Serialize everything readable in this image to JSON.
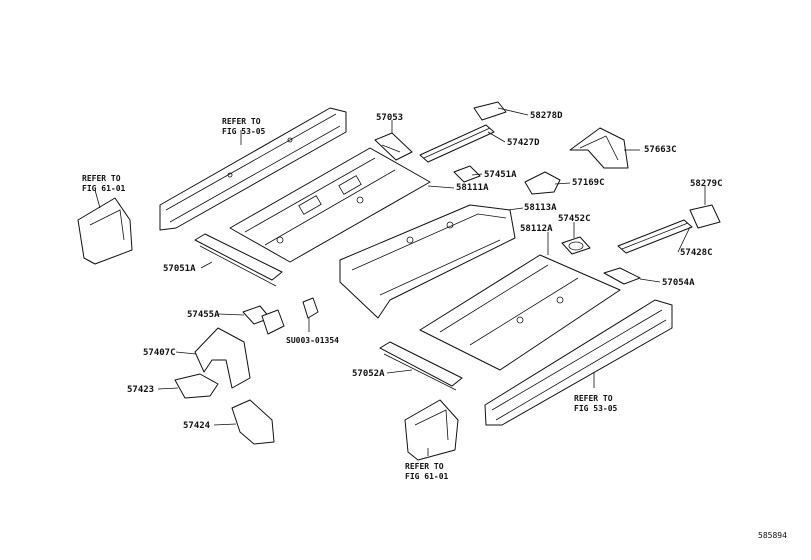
{
  "diagram_id": "585894",
  "labels": {
    "p57053": "57053",
    "p58278D": "58278D",
    "p57427D": "57427D",
    "p57663C": "57663C",
    "p57451A": "57451A",
    "p57169C": "57169C",
    "p58111A": "58111A",
    "p58113A": "58113A",
    "p58279C": "58279C",
    "p57452C": "57452C",
    "p58112A": "58112A",
    "p57428C": "57428C",
    "p57054A": "57054A",
    "p57051A": "57051A",
    "p57455A": "57455A",
    "pSU003": "SU003-01354",
    "p57407C": "57407C",
    "p57423": "57423",
    "p57052A": "57052A",
    "p57424": "57424"
  },
  "references": {
    "refer_to": "REFER TO",
    "fig_53_05": "FIG 53-05",
    "fig_61_01": "FIG 61-01"
  }
}
